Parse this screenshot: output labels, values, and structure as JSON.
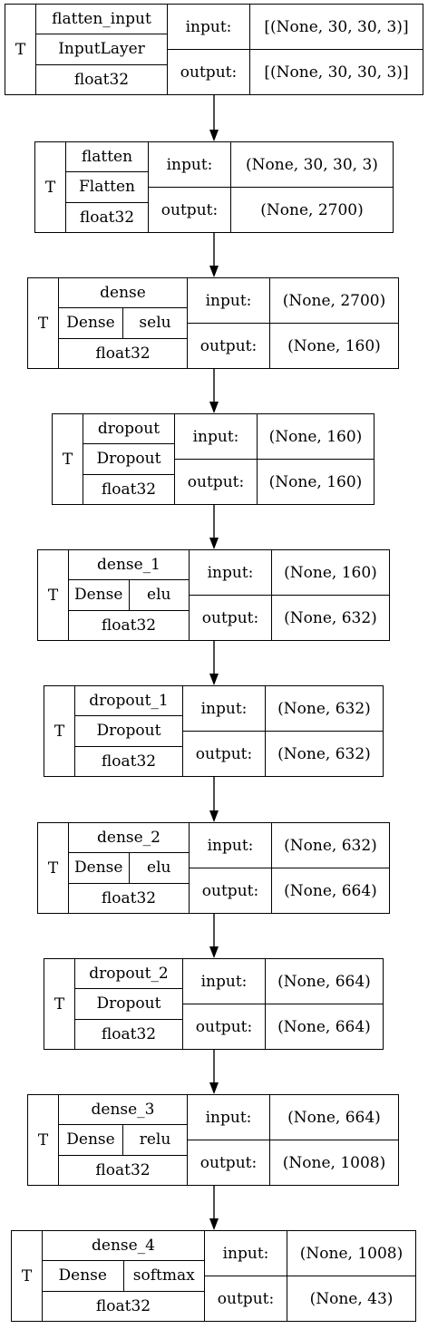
{
  "layers": [
    {
      "name": "flatten_input",
      "class_name": "InputLayer",
      "activation": "",
      "dtype": "float32",
      "trainable": "T",
      "input_label": "input:",
      "output_label": "output:",
      "input_shape": "[(None, 30, 30, 3)]",
      "output_shape": "[(None, 30, 30, 3)]"
    },
    {
      "name": "flatten",
      "class_name": "Flatten",
      "activation": "",
      "dtype": "float32",
      "trainable": "T",
      "input_label": "input:",
      "output_label": "output:",
      "input_shape": "(None, 30, 30, 3)",
      "output_shape": "(None, 2700)"
    },
    {
      "name": "dense",
      "class_name": "Dense",
      "activation": "selu",
      "dtype": "float32",
      "trainable": "T",
      "input_label": "input:",
      "output_label": "output:",
      "input_shape": "(None, 2700)",
      "output_shape": "(None, 160)"
    },
    {
      "name": "dropout",
      "class_name": "Dropout",
      "activation": "",
      "dtype": "float32",
      "trainable": "T",
      "input_label": "input:",
      "output_label": "output:",
      "input_shape": "(None, 160)",
      "output_shape": "(None, 160)"
    },
    {
      "name": "dense_1",
      "class_name": "Dense",
      "activation": "elu",
      "dtype": "float32",
      "trainable": "T",
      "input_label": "input:",
      "output_label": "output:",
      "input_shape": "(None, 160)",
      "output_shape": "(None, 632)"
    },
    {
      "name": "dropout_1",
      "class_name": "Dropout",
      "activation": "",
      "dtype": "float32",
      "trainable": "T",
      "input_label": "input:",
      "output_label": "output:",
      "input_shape": "(None, 632)",
      "output_shape": "(None, 632)"
    },
    {
      "name": "dense_2",
      "class_name": "Dense",
      "activation": "elu",
      "dtype": "float32",
      "trainable": "T",
      "input_label": "input:",
      "output_label": "output:",
      "input_shape": "(None, 632)",
      "output_shape": "(None, 664)"
    },
    {
      "name": "dropout_2",
      "class_name": "Dropout",
      "activation": "",
      "dtype": "float32",
      "trainable": "T",
      "input_label": "input:",
      "output_label": "output:",
      "input_shape": "(None, 664)",
      "output_shape": "(None, 664)"
    },
    {
      "name": "dense_3",
      "class_name": "Dense",
      "activation": "relu",
      "dtype": "float32",
      "trainable": "T",
      "input_label": "input:",
      "output_label": "output:",
      "input_shape": "(None, 664)",
      "output_shape": "(None, 1008)"
    },
    {
      "name": "dense_4",
      "class_name": "Dense",
      "activation": "softmax",
      "dtype": "float32",
      "trainable": "T",
      "input_label": "input:",
      "output_label": "output:",
      "input_shape": "(None, 1008)",
      "output_shape": "(None, 43)"
    }
  ]
}
